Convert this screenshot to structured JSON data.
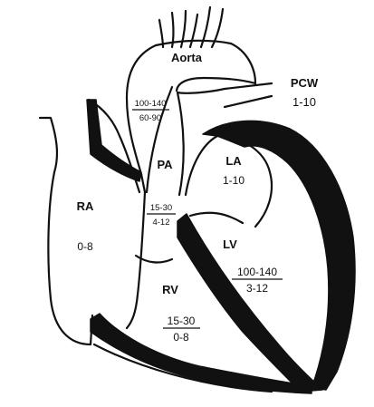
{
  "chambers": {
    "aorta": {
      "label": "Aorta",
      "pressure_top": "100-140",
      "pressure_bottom": "60-90"
    },
    "pcw": {
      "label": "PCW",
      "pressure": "1-10"
    },
    "pa": {
      "label": "PA",
      "pressure_top": "15-30",
      "pressure_bottom": "4-12"
    },
    "la": {
      "label": "LA",
      "pressure": "1-10"
    },
    "ra": {
      "label": "RA",
      "pressure": "0-8"
    },
    "lv": {
      "label": "LV",
      "pressure_top": "100-140",
      "pressure_bottom": "3-12"
    },
    "rv": {
      "label": "RV",
      "pressure_top": "15-30",
      "pressure_bottom": "0-8"
    }
  }
}
